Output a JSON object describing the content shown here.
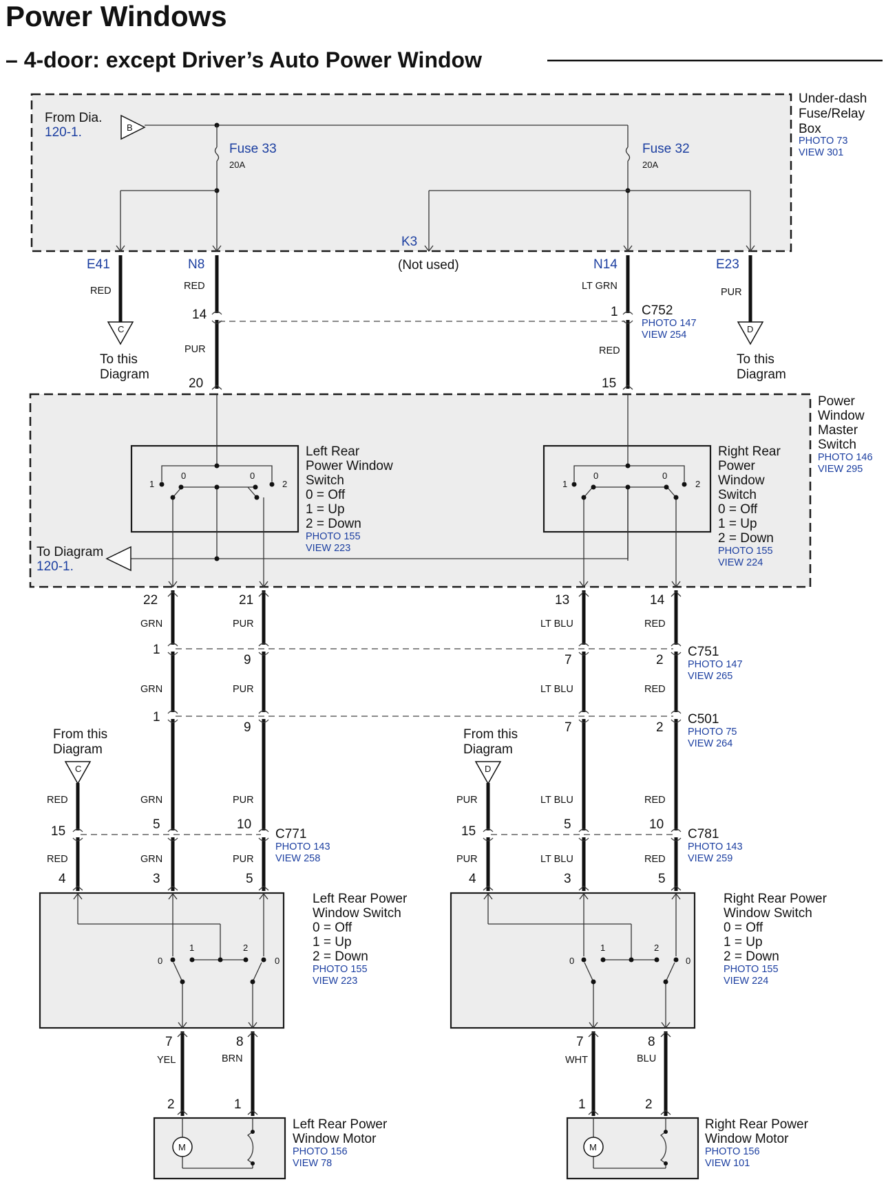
{
  "header": {
    "title": "Power Windows",
    "subtitle": "– 4-door: except Driver’s Auto Power Window"
  },
  "fuse_box": {
    "name_lines": [
      "Under-dash",
      "Fuse/Relay",
      "Box"
    ],
    "photo": "PHOTO 73",
    "view": "VIEW 301",
    "from_dia_line1": "From  Dia.",
    "from_dia_line2": "120-1.",
    "connector_b": "B",
    "fuse33": "Fuse 33",
    "fuse33_rating": "20A",
    "fuse32": "Fuse 32",
    "fuse32_rating": "20A",
    "terminals": {
      "e41": "E41",
      "n8": "N8",
      "k3": "K3",
      "n14": "N14",
      "e23": "E23"
    },
    "not_used": "(Not used)"
  },
  "wires": {
    "red": "RED",
    "pur": "PUR",
    "lt_grn": "LT GRN",
    "grn": "GRN",
    "lt_blu": "LT BLU",
    "yel": "YEL",
    "brn": "BRN",
    "wht": "WHT",
    "blu": "BLU"
  },
  "to_this_diagram": {
    "line1": "To this",
    "line2": "Diagram"
  },
  "from_this_diagram": {
    "line1": "From this",
    "line2": "Diagram"
  },
  "connector_c": "C",
  "connector_d": "D",
  "c752": {
    "name": "C752",
    "photo": "PHOTO 147",
    "view": "VIEW 254"
  },
  "c751": {
    "name": "C751",
    "photo": "PHOTO 147",
    "view": "VIEW 265"
  },
  "c501": {
    "name": "C501",
    "photo": "PHOTO 75",
    "view": "VIEW 264"
  },
  "c771": {
    "name": "C771",
    "photo": "PHOTO 143",
    "view": "VIEW 258"
  },
  "c781": {
    "name": "C781",
    "photo": "PHOTO 143",
    "view": "VIEW 259"
  },
  "master_switch": {
    "name_lines": [
      "Power",
      "Window",
      "Master",
      "Switch"
    ],
    "photo": "PHOTO 146",
    "view": "VIEW 295",
    "to_diagram_line1": "To Diagram",
    "to_diagram_line2": "120-1.",
    "left_sw_lines": [
      "Left Rear",
      "Power Window",
      "Switch",
      "0 = Off",
      "1 = Up",
      "2 = Down"
    ],
    "left_sw_photo": "PHOTO 155",
    "left_sw_view": "VIEW 223",
    "right_sw_lines": [
      "Right Rear",
      "Power",
      "Window",
      "Switch",
      "0 = Off",
      "1 = Up",
      "2 = Down"
    ],
    "right_sw_photo": "PHOTO 155",
    "right_sw_view": "VIEW 224"
  },
  "left_rear_switch": {
    "name_lines": [
      "Left Rear Power",
      "Window Switch",
      "0 = Off",
      "1 = Up",
      "2 = Down"
    ],
    "photo": "PHOTO 155",
    "view": "VIEW 223"
  },
  "right_rear_switch": {
    "name_lines": [
      "Right Rear Power",
      "Window Switch",
      "0 = Off",
      "1 = Up",
      "2 = Down"
    ],
    "photo": "PHOTO 155",
    "view": "VIEW 224"
  },
  "left_motor": {
    "name_lines": [
      "Left Rear Power",
      "Window Motor"
    ],
    "photo": "PHOTO 156",
    "view": "VIEW 78",
    "symbol": "M"
  },
  "right_motor": {
    "name_lines": [
      "Right Rear Power",
      "Window Motor"
    ],
    "photo": "PHOTO 156",
    "view": "VIEW 101",
    "symbol": "M"
  },
  "pins": {
    "n0": "0",
    "n1": "1",
    "n2": "2",
    "n3": "3",
    "n4": "4",
    "n5": "5",
    "n7": "7",
    "n8": "8",
    "n9": "9",
    "n10": "10",
    "n13": "13",
    "n14": "14",
    "n15": "15",
    "n20": "20",
    "n21": "21",
    "n22": "22"
  }
}
